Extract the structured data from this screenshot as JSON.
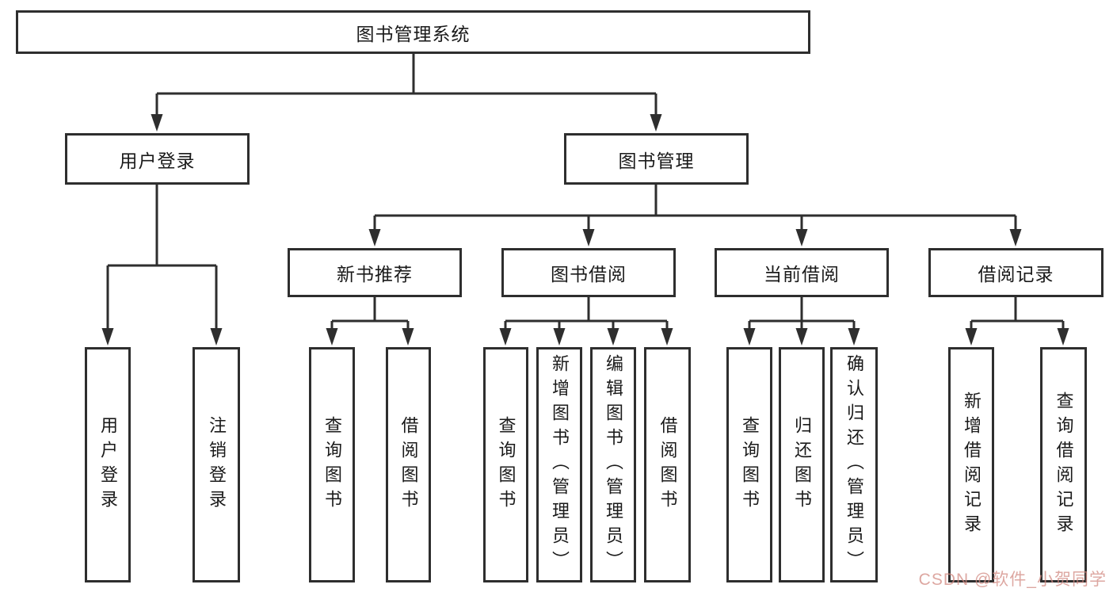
{
  "diagram": {
    "type": "hierarchy-tree",
    "watermark": "CSDN @软件_小贺同学",
    "colors": {
      "line": "#2e2e2e",
      "text": "#1a1a1a",
      "background": "#ffffff",
      "watermark": "#d28a82"
    },
    "tree": {
      "label": "图书管理系统",
      "children": [
        {
          "label": "用户登录",
          "children": [
            {
              "label": "用户登录"
            },
            {
              "label": "注销登录"
            }
          ]
        },
        {
          "label": "图书管理",
          "children": [
            {
              "label": "新书推荐",
              "children": [
                {
                  "label": "查询图书"
                },
                {
                  "label": "借阅图书"
                }
              ]
            },
            {
              "label": "图书借阅",
              "children": [
                {
                  "label": "查询图书"
                },
                {
                  "label": "新增图书（管理员）"
                },
                {
                  "label": "编辑图书（管理员）"
                },
                {
                  "label": "借阅图书"
                }
              ]
            },
            {
              "label": "当前借阅",
              "children": [
                {
                  "label": "查询图书"
                },
                {
                  "label": "归还图书"
                },
                {
                  "label": "确认归还（管理员）"
                }
              ]
            },
            {
              "label": "借阅记录",
              "children": [
                {
                  "label": "新增借阅记录"
                },
                {
                  "label": "查询借阅记录"
                }
              ]
            }
          ]
        }
      ]
    }
  }
}
